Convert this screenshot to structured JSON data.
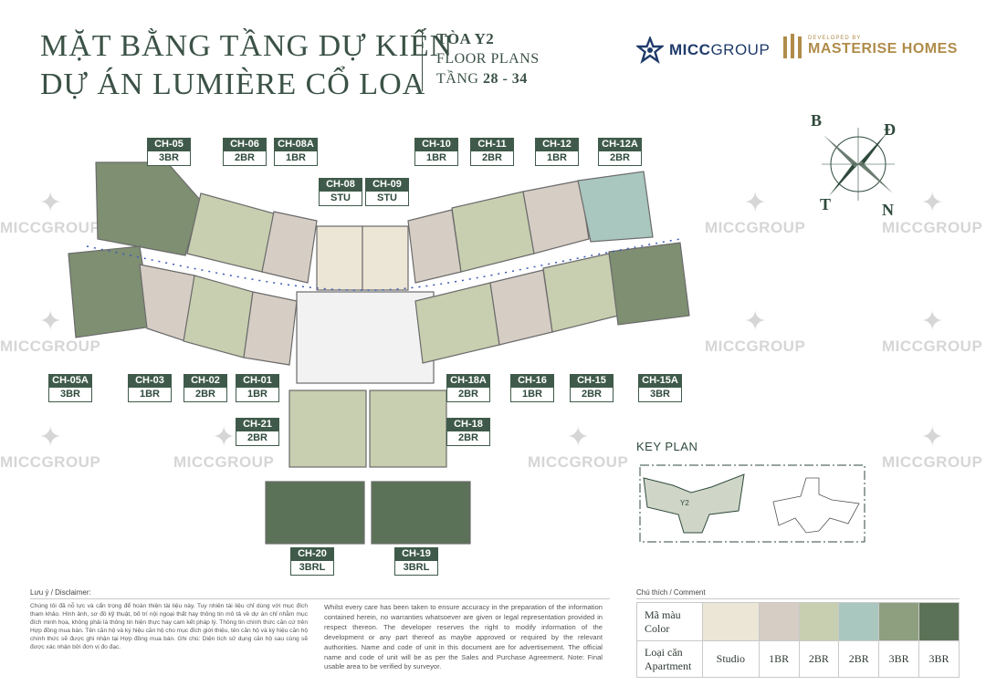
{
  "header": {
    "title_line1": "MẶT BẰNG TẦNG DỰ KIẾN",
    "title_line2": "DỰ ÁN LUMIÈRE CỔ LOA",
    "tower": "TÒA Y2",
    "floor_plans": "FLOOR PLANS",
    "floors_prefix": "TẦNG",
    "floors_range": "28 - 34"
  },
  "logos": {
    "micc_prefix": "MICC",
    "micc_suffix": "GROUP",
    "developed_by": "DEVELOPED BY",
    "masterise": "MASTERISE HOMES"
  },
  "watermark_text": "MICCGROUP",
  "compass": {
    "n": "B",
    "e": "Đ",
    "s": "N",
    "w": "T"
  },
  "units": [
    {
      "code": "CH-05",
      "type": "3BR"
    },
    {
      "code": "CH-06",
      "type": "2BR"
    },
    {
      "code": "CH-08A",
      "type": "1BR"
    },
    {
      "code": "CH-08",
      "type": "STU"
    },
    {
      "code": "CH-09",
      "type": "STU"
    },
    {
      "code": "CH-10",
      "type": "1BR"
    },
    {
      "code": "CH-11",
      "type": "2BR"
    },
    {
      "code": "CH-12",
      "type": "1BR"
    },
    {
      "code": "CH-12A",
      "type": "2BR"
    },
    {
      "code": "CH-05A",
      "type": "3BR"
    },
    {
      "code": "CH-03",
      "type": "1BR"
    },
    {
      "code": "CH-02",
      "type": "2BR"
    },
    {
      "code": "CH-01",
      "type": "1BR"
    },
    {
      "code": "CH-18A",
      "type": "2BR"
    },
    {
      "code": "CH-16",
      "type": "1BR"
    },
    {
      "code": "CH-15",
      "type": "2BR"
    },
    {
      "code": "CH-15A",
      "type": "3BR"
    },
    {
      "code": "CH-21",
      "type": "2BR"
    },
    {
      "code": "CH-18",
      "type": "2BR"
    },
    {
      "code": "CH-20",
      "type": "3BRL"
    },
    {
      "code": "CH-19",
      "type": "3BRL"
    }
  ],
  "key_plan": {
    "title": "KEY PLAN",
    "tower_label": "Y2"
  },
  "disclaimer": {
    "title": "Lưu ý / Disclaimer:",
    "vi": "Chúng tôi đã nỗ lực và cẩn trọng để hoàn thiện tài liệu này. Tuy nhiên tài liệu chỉ dùng với mục đích tham khảo. Hình ảnh, sơ đồ kỹ thuật, bố trí nội ngoại thất hay thông tin mô tả về dự án chỉ nhằm mục đích minh họa, không phải là thông tin hiện thực hay cam kết pháp lý. Thông tin chính thức căn cứ trên Hợp đồng mua bán. Tên căn hộ và ký hiệu căn hộ cho mục đích giới thiệu, tên căn hộ và ký hiệu căn hộ chính thức sẽ được ghi nhận tại Hợp đồng mua bán. Ghi chú: Diện tích sử dụng căn hộ sau cùng sẽ được xác nhận bởi đơn vị đo đạc.",
    "en": "Whilst every care has been taken to ensure accuracy in the preparation of the information contained herein, no warranties whatsoever are given or legal representation provided in respect thereon. The developer reserves the right to modify information of the development or any part thereof as maybe approved or required by the relevant authorities. Name and code of unit in this document are for advertisement. The official name and code of unit will be as per the Sales and Purchase Agreement. Note: Final usable area to be verified by surveyor."
  },
  "legend": {
    "title": "Chú thích / Comment",
    "color_label_line1": "Mã màu",
    "color_label_line2": "Color",
    "type_label_line1": "Loại căn",
    "type_label_line2": "Apartment",
    "items": [
      {
        "color": "#ece6d6",
        "label": "Studio"
      },
      {
        "color": "#d6cdc4",
        "label": "1BR"
      },
      {
        "color": "#c8cfb0",
        "label": "2BR"
      },
      {
        "color": "#a9c6bf",
        "label": "2BR"
      },
      {
        "color": "#8d9f7f",
        "label": "3BR"
      },
      {
        "color": "#5c7258",
        "label": "3BR"
      }
    ]
  }
}
